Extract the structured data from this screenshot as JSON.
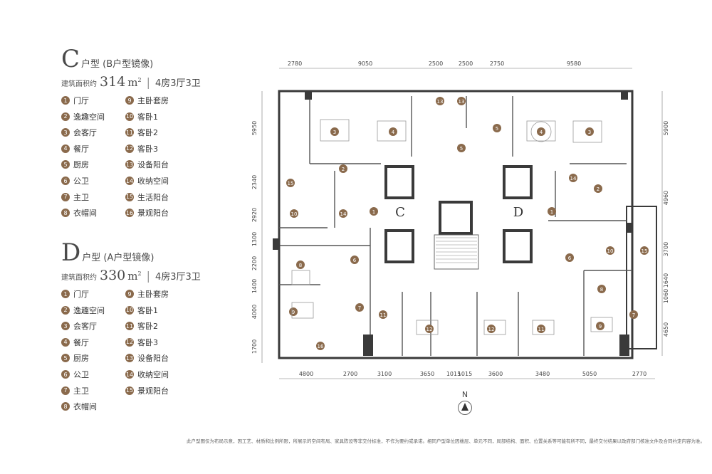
{
  "unit_c": {
    "letter": "C",
    "name": "户型 (B户型镜像)",
    "area_label": "建筑面积约",
    "area_value": "314",
    "area_unit": "m",
    "area_sup": "2",
    "rooms_summary": "4房3厅3卫",
    "rooms": [
      {
        "num": "1",
        "label": "门厅"
      },
      {
        "num": "2",
        "label": "逸趣空间"
      },
      {
        "num": "3",
        "label": "会客厅"
      },
      {
        "num": "4",
        "label": "餐厅"
      },
      {
        "num": "5",
        "label": "厨房"
      },
      {
        "num": "6",
        "label": "公卫"
      },
      {
        "num": "7",
        "label": "主卫"
      },
      {
        "num": "8",
        "label": "衣帽间"
      },
      {
        "num": "9",
        "label": "主卧套房"
      },
      {
        "num": "10",
        "label": "客卧1"
      },
      {
        "num": "11",
        "label": "客卧2"
      },
      {
        "num": "12",
        "label": "客卧3"
      },
      {
        "num": "13",
        "label": "设备阳台"
      },
      {
        "num": "14",
        "label": "收纳空间"
      },
      {
        "num": "15",
        "label": "生活阳台"
      },
      {
        "num": "16",
        "label": "景观阳台"
      }
    ]
  },
  "unit_d": {
    "letter": "D",
    "name": "户型 (A户型镜像)",
    "area_label": "建筑面积约",
    "area_value": "330",
    "area_unit": "m",
    "area_sup": "2",
    "rooms_summary": "4房3厅3卫",
    "rooms": [
      {
        "num": "1",
        "label": "门厅"
      },
      {
        "num": "2",
        "label": "逸趣空间"
      },
      {
        "num": "3",
        "label": "会客厅"
      },
      {
        "num": "4",
        "label": "餐厅"
      },
      {
        "num": "5",
        "label": "厨房"
      },
      {
        "num": "6",
        "label": "公卫"
      },
      {
        "num": "7",
        "label": "主卫"
      },
      {
        "num": "8",
        "label": "衣帽间"
      },
      {
        "num": "9",
        "label": "主卧套房"
      },
      {
        "num": "10",
        "label": "客卧1"
      },
      {
        "num": "11",
        "label": "客卧2"
      },
      {
        "num": "12",
        "label": "客卧3"
      },
      {
        "num": "13",
        "label": "设备阳台"
      },
      {
        "num": "14",
        "label": "收纳空间"
      },
      {
        "num": "15",
        "label": "景观阳台"
      }
    ]
  },
  "plan": {
    "top_dims": [
      "2780",
      "9050",
      "2500",
      "2500",
      "2750",
      "9580"
    ],
    "bottom_dims": [
      "4800",
      "2700",
      "3100",
      "3650",
      "1015",
      "1015",
      "3600",
      "3480",
      "5050",
      "2770"
    ],
    "left_dims": [
      "5950",
      "2340",
      "2920",
      "1300",
      "2200",
      "1400",
      "4000",
      "1700"
    ],
    "right_dims": [
      "5900",
      "4960",
      "3700",
      "1640",
      "1060",
      "4650"
    ],
    "label_c": "C",
    "label_d": "D",
    "markers": [
      "1",
      "2",
      "3",
      "4",
      "5",
      "6",
      "7",
      "8",
      "9",
      "10",
      "11",
      "12",
      "13",
      "14",
      "15",
      "16"
    ],
    "accent": "#8a6a4c",
    "wall": "#3a3a3a"
  },
  "north": {
    "letter": "N"
  },
  "disclaimer": "此户型图仅为布局示意，因工艺、材质和比例所限，所展示的空间布局、家具陈设等非交付标准，不作为要约或承诺。相同户型单位因楼层、单元不同，局部结构、面积、位置关系等可能有所不同，最终交付结果以政府部门核准文件及合同约定内容为准。"
}
